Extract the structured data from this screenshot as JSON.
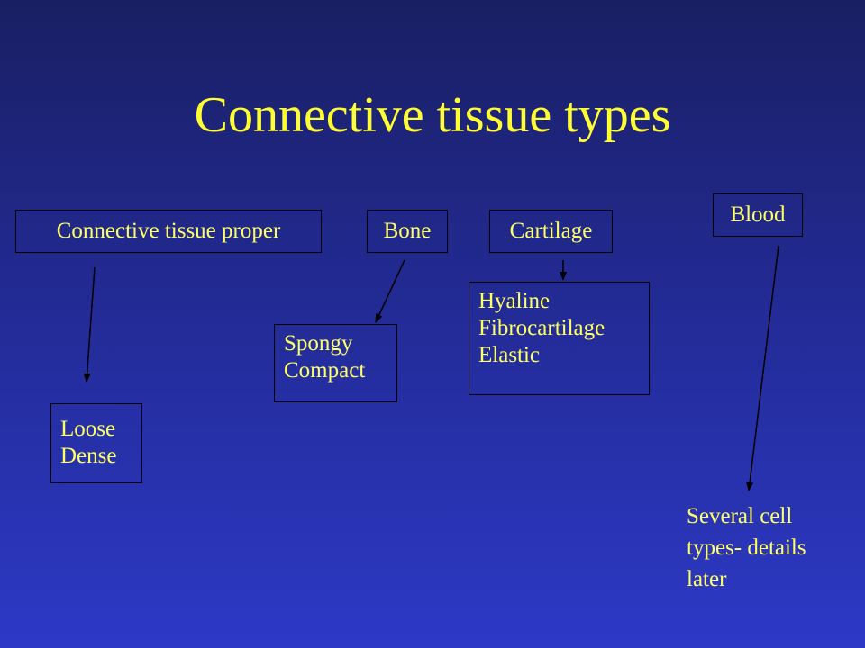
{
  "title": "Connective tissue types",
  "categories": {
    "connective_tissue_proper": {
      "label": "Connective tissue proper",
      "subtypes": [
        "Loose",
        "Dense"
      ]
    },
    "bone": {
      "label": "Bone",
      "subtypes": [
        "Spongy",
        "Compact"
      ]
    },
    "cartilage": {
      "label": "Cartilage",
      "subtypes": [
        "Hyaline",
        "Fibrocartilage",
        "Elastic"
      ]
    },
    "blood": {
      "label": "Blood",
      "note": [
        "Several cell",
        "types- details",
        "later"
      ]
    }
  }
}
